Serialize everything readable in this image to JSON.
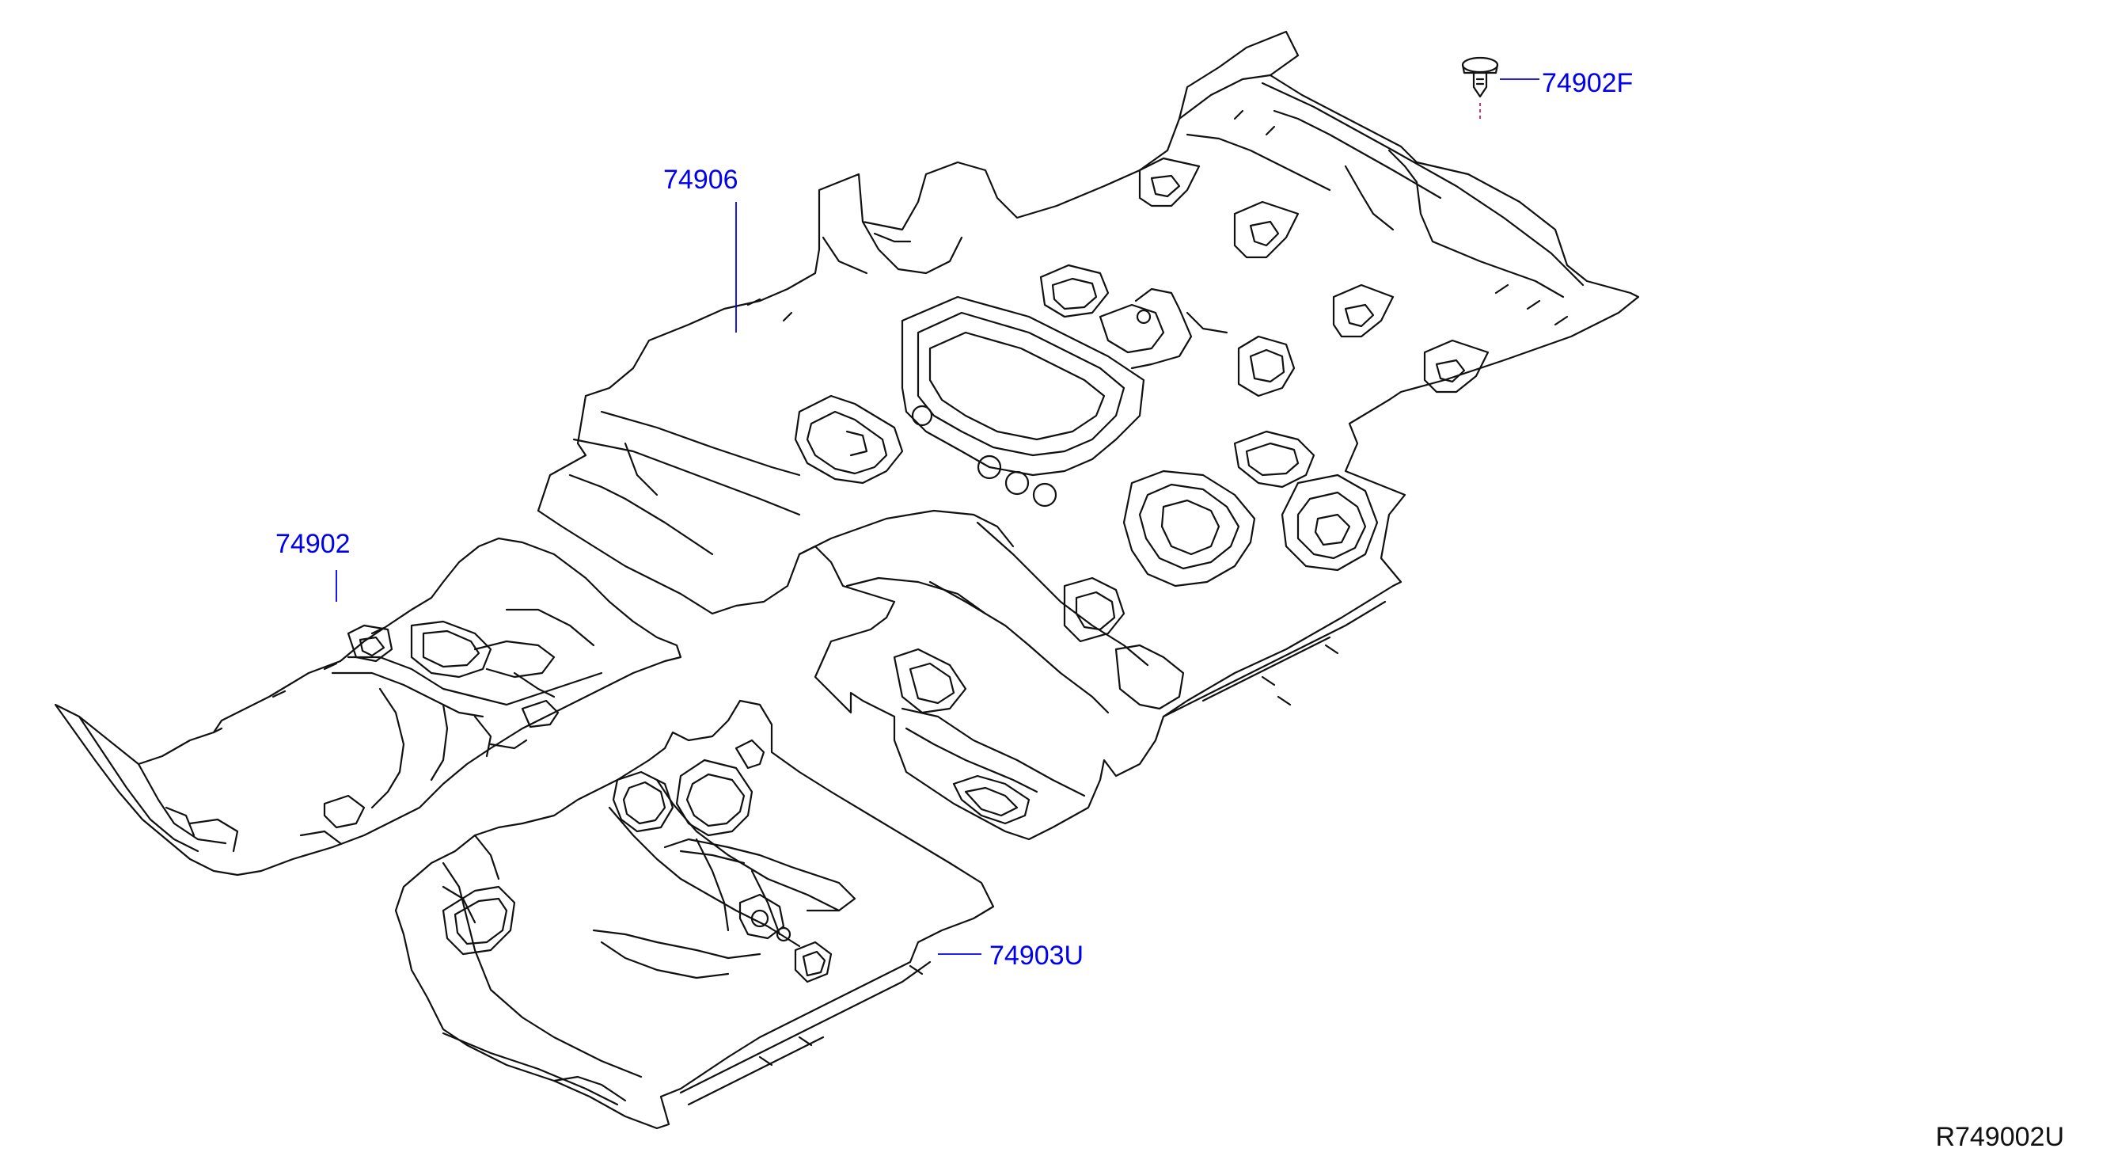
{
  "callouts": [
    {
      "id": "p74902F",
      "label": "74902F"
    },
    {
      "id": "p74906",
      "label": "74906"
    },
    {
      "id": "p74902",
      "label": "74902"
    },
    {
      "id": "p74903U",
      "label": "74903U"
    }
  ],
  "figure_ref": "R749002U",
  "colors": {
    "callout_text": "#0000ee",
    "leader_line": "#0000ee",
    "line_art": "#111111",
    "clip_marker": "#cc0044"
  },
  "parts": [
    {
      "name": "rear-floor-carpet-assembly",
      "callout": "74906"
    },
    {
      "name": "front-floor-carpet-left",
      "callout": "74902"
    },
    {
      "name": "front-floor-carpet-center",
      "callout": "74903U"
    },
    {
      "name": "carpet-clip",
      "callout": "74902F"
    }
  ]
}
